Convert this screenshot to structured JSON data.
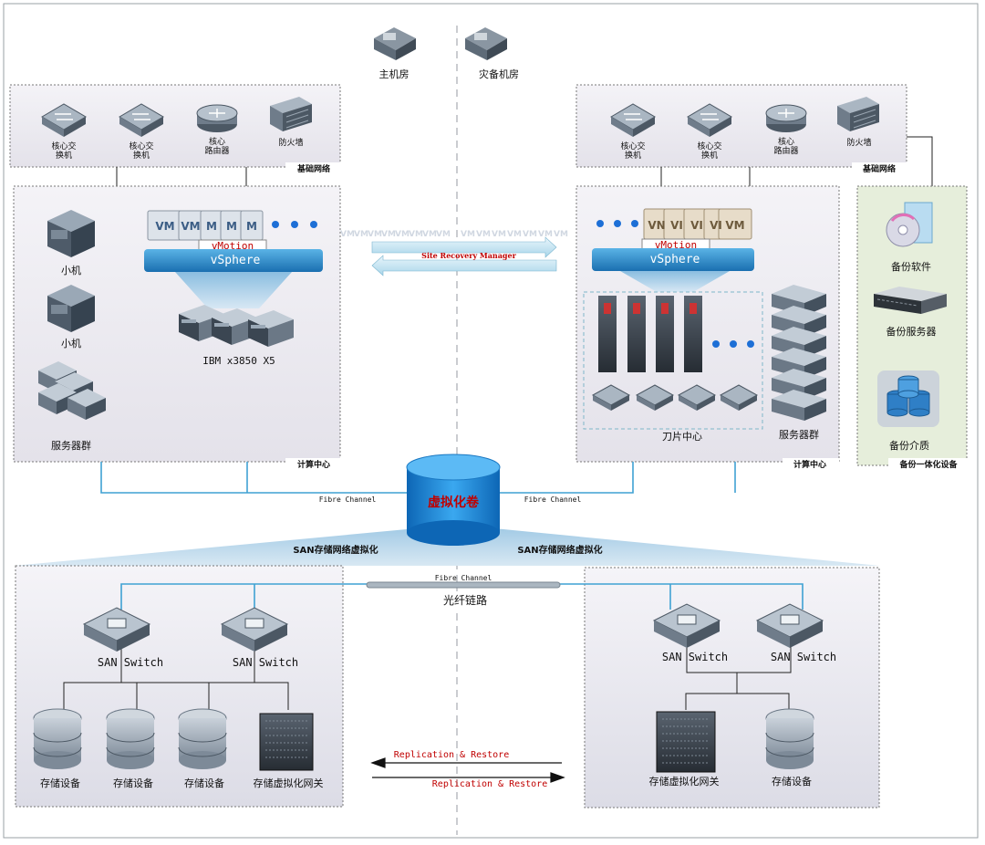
{
  "sites": {
    "primary": "主机房",
    "backup": "灾备机房"
  },
  "left": {
    "network": {
      "devices": [
        "核心交\n换机",
        "核心交\n换机",
        "核心\n路由器",
        "防火墙"
      ],
      "tag": "基础网络"
    },
    "compute": {
      "minis": [
        "小机",
        "小机"
      ],
      "vm_labels": [
        "VM",
        "VM",
        "M",
        "M",
        "M"
      ],
      "vmotion": "vMotion",
      "vsphere": "vSphere",
      "server_model": "IBM x3850 X5",
      "servers": "服务器群",
      "tag": "计算中心"
    }
  },
  "right": {
    "network": {
      "devices": [
        "核心交\n换机",
        "核心交\n换机",
        "核心\n路由器",
        "防火墙"
      ],
      "tag": "基础网络"
    },
    "compute": {
      "vm_labels": [
        "VN",
        "VI",
        "VI",
        "VI",
        "VM"
      ],
      "vmotion": "vMotion",
      "vsphere": "vSphere",
      "blade": "刀片中心",
      "servers": "服务器群",
      "tag": "计算中心"
    },
    "backup": {
      "software": "备份软件",
      "server": "备份服务器",
      "media": "备份介质",
      "tag": "备份一体化设备"
    }
  },
  "middle": {
    "stream_labels": [
      "VM",
      "VM",
      "VM",
      "VM",
      "VM",
      "VM",
      "VM",
      "VM",
      "VM",
      "VM",
      "VM",
      "VM",
      "VM",
      "VM",
      "VM"
    ],
    "srm": "Site Recovery Manager",
    "volume": "虚拟化卷",
    "fc_left": "Fibre Channel",
    "fc_right": "Fibre Channel",
    "fc_center": "Fibre Channel",
    "fiber_link": "光纤链路",
    "san_left": "SAN存储网络虚拟化",
    "san_right": "SAN存储网络虚拟化",
    "replication_top": "Replication & Restore",
    "replication_bottom": "Replication & Restore"
  },
  "storage_left": {
    "switches": [
      "SAN Switch",
      "SAN Switch"
    ],
    "devices": [
      "存储设备",
      "存储设备",
      "存储设备",
      "存储虚拟化网关"
    ]
  },
  "storage_right": {
    "switches": [
      "SAN Switch",
      "SAN Switch"
    ],
    "devices": [
      "存储虚拟化网关",
      "存储设备"
    ]
  }
}
